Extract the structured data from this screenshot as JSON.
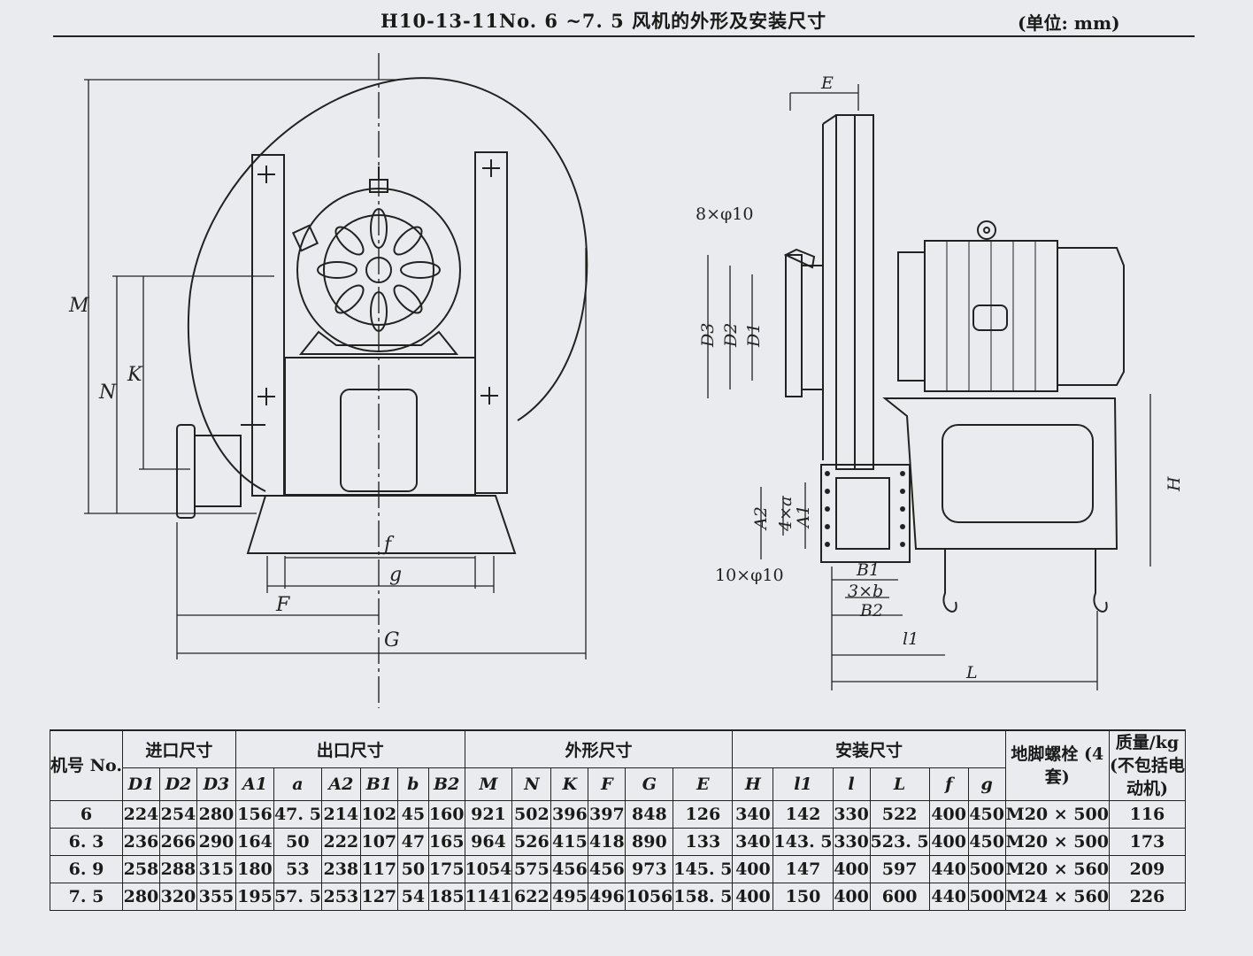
{
  "header": {
    "title": "H10-13-11No. 6 ~7. 5 风机的外形及安装尺寸",
    "unit": "(单位: mm)"
  },
  "drawing_labels": {
    "front": [
      "M",
      "N",
      "K",
      "f",
      "g",
      "F",
      "G"
    ],
    "side": [
      "E",
      "8×φ10",
      "D3",
      "D2",
      "D1",
      "A2",
      "4×a",
      "A1",
      "B1",
      "3×b",
      "B2",
      "10×φ10",
      "H",
      "l1",
      "L"
    ]
  },
  "table": {
    "group_headers": {
      "model": "机号 No.",
      "inlet": "进口尺寸",
      "outlet": "出口尺寸",
      "outline": "外形尺寸",
      "install": "安装尺寸",
      "bolt": "地脚螺栓 (4套)",
      "mass": "质量/kg (不包括电动机)"
    },
    "columns": [
      "D1",
      "D2",
      "D3",
      "A1",
      "a",
      "A2",
      "B1",
      "b",
      "B2",
      "M",
      "N",
      "K",
      "F",
      "G",
      "E",
      "H",
      "l1",
      "l",
      "L",
      "f",
      "g"
    ],
    "rows": [
      {
        "no": "6",
        "vals": [
          "224",
          "254",
          "280",
          "156",
          "47. 5",
          "214",
          "102",
          "45",
          "160",
          "921",
          "502",
          "396",
          "397",
          "848",
          "126",
          "340",
          "142",
          "330",
          "522",
          "400",
          "450"
        ],
        "bolt": "M20 × 500",
        "mass": "116"
      },
      {
        "no": "6. 3",
        "vals": [
          "236",
          "266",
          "290",
          "164",
          "50",
          "222",
          "107",
          "47",
          "165",
          "964",
          "526",
          "415",
          "418",
          "890",
          "133",
          "340",
          "143. 5",
          "330",
          "523. 5",
          "400",
          "450"
        ],
        "bolt": "M20 × 500",
        "mass": "173"
      },
      {
        "no": "6. 9",
        "vals": [
          "258",
          "288",
          "315",
          "180",
          "53",
          "238",
          "117",
          "50",
          "175",
          "1054",
          "575",
          "456",
          "456",
          "973",
          "145. 5",
          "400",
          "147",
          "400",
          "597",
          "440",
          "500"
        ],
        "bolt": "M20 × 560",
        "mass": "209"
      },
      {
        "no": "7. 5",
        "vals": [
          "280",
          "320",
          "355",
          "195",
          "57. 5",
          "253",
          "127",
          "54",
          "185",
          "1141",
          "622",
          "495",
          "496",
          "1056",
          "158. 5",
          "400",
          "150",
          "400",
          "600",
          "440",
          "500"
        ],
        "bolt": "M24 × 560",
        "mass": "226"
      }
    ]
  }
}
